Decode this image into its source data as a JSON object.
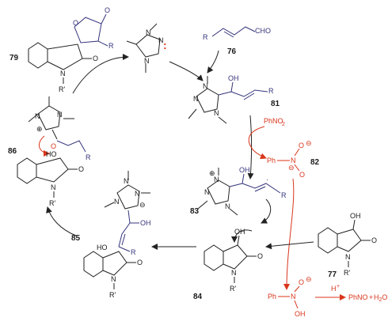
{
  "compound_labels": {
    "c79": "79",
    "c76": "76",
    "c81": "81",
    "c82": "82",
    "c86": "86",
    "c83": "83",
    "c77": "77",
    "c84": "84",
    "c85": "85"
  },
  "atom_labels": {
    "O": "O",
    "OH": "OH",
    "HO": "HO",
    "N": "N",
    "R": "R",
    "Rp": "R'",
    "CHO": "CHO",
    "plus": "⊕",
    "minus": "⊖",
    "Ph": "Ph",
    "PhNO2": "PhNO",
    "sub2": "2",
    "H": "H",
    "dot": "·",
    "carbene": ":"
  },
  "reagents": {
    "phno2": "PhNO2",
    "ph_n": "Ph–N",
    "hplus": "H+",
    "products": "PhNO  +  H2O"
  },
  "colors": {
    "black": "#222222",
    "blue": "#34347c",
    "red": "#d8361c"
  }
}
